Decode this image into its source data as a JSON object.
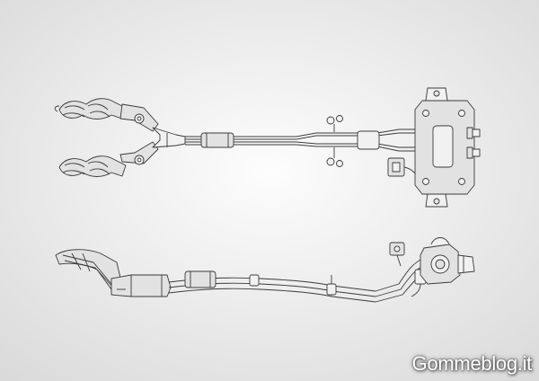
{
  "watermark": {
    "text": "Gommeblog.it"
  },
  "colors": {
    "background_center": "#fdfdfd",
    "background_edge": "#d9d9d9",
    "line": "#3a3a3a",
    "part_fill": "#e2e2e2",
    "part_fill_light": "#f1f1f1"
  },
  "views": [
    {
      "name": "top-view-exhaust-system"
    },
    {
      "name": "side-view-exhaust-system"
    }
  ]
}
